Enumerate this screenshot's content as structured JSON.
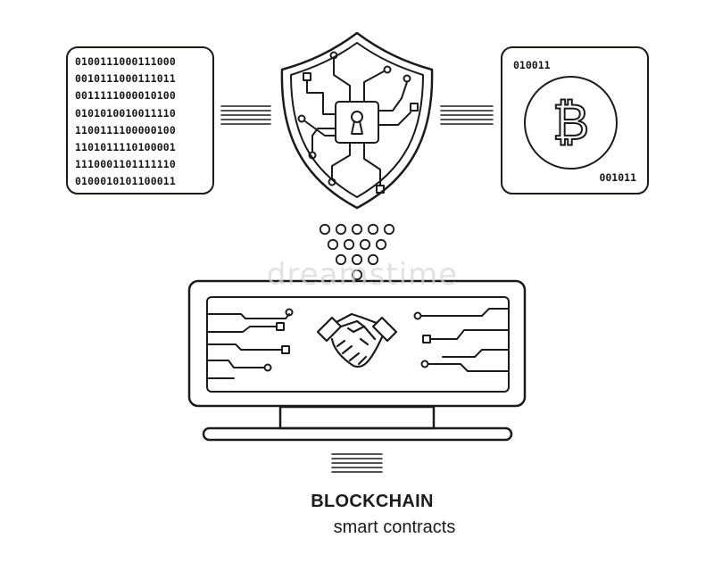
{
  "binary_panel": {
    "lines": [
      "0100111000111000",
      "0010111000111011",
      "0011111000010100",
      "0101010010011110",
      "1100111100000100",
      "1101011110100001",
      "1110001101111110",
      "0100010101100011"
    ]
  },
  "coin_panel": {
    "code_top": "010011",
    "code_bottom": "001011",
    "coin_symbol": "₿",
    "coin_icon": "bitcoin-icon"
  },
  "shield": {
    "icon": "shield-circuit-keyhole-icon"
  },
  "monitor": {
    "icon": "monitor-handshake-icon"
  },
  "watermark": "dreamstime",
  "caption": {
    "title": "BLOCKCHAIN",
    "subtitle": "smart contracts"
  },
  "colors": {
    "line": "#1b1b1b",
    "background": "#ffffff"
  }
}
